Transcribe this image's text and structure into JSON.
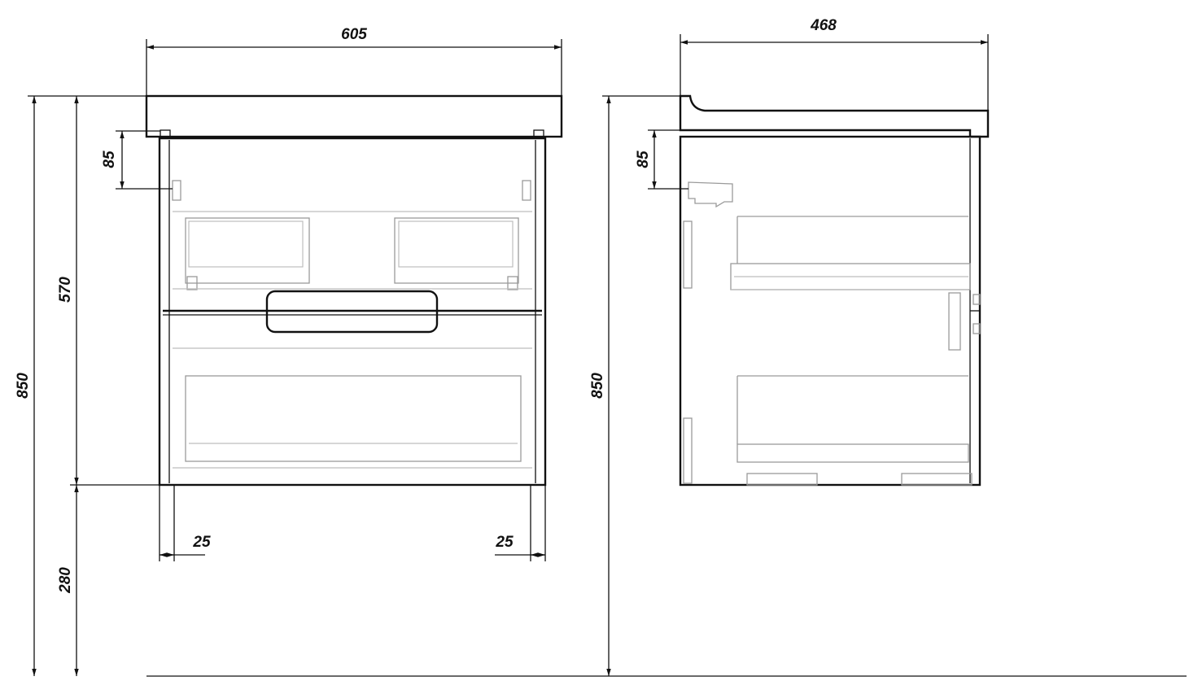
{
  "front_view": {
    "width_label": "605",
    "total_height_label": "850",
    "cabinet_height_label": "570",
    "leg_height_label": "280",
    "hanger_offset_label": "85",
    "left_inset_label": "25",
    "right_inset_label": "25"
  },
  "side_view": {
    "depth_label": "468",
    "total_height_label": "850",
    "hanger_offset_label": "85"
  },
  "colors": {
    "line": "#111111",
    "hidden_line": "#9a9a9a",
    "background": "#ffffff"
  }
}
